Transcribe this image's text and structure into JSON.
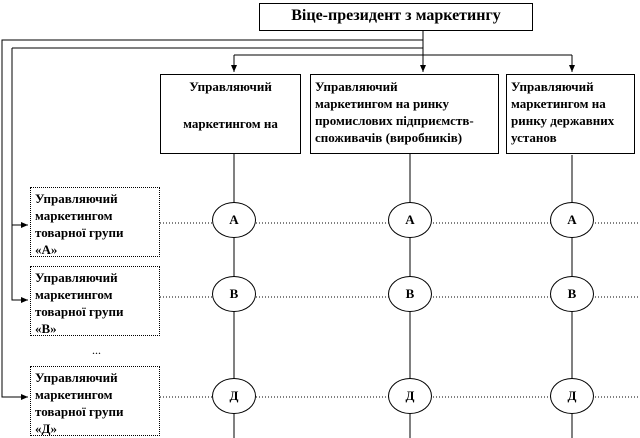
{
  "vp": "Віце-президент з маркетингу",
  "top_managers": [
    [
      "Управляючий",
      "маркетингом на"
    ],
    [
      "Управляючий",
      "маркетингом на ринку",
      "промислових підприємств-",
      "споживачів (виробників)"
    ],
    [
      "Управляючий",
      "маркетингом на",
      "ринку державних",
      "установ"
    ]
  ],
  "group_managers": [
    [
      "Управляючий",
      "маркетингом",
      "товарної групи",
      "«А»"
    ],
    [
      "Управляючий",
      "маркетингом",
      "товарної групи",
      "«В»"
    ],
    [
      "Управляючий",
      "маркетингом",
      "товарної групи",
      "«Д»"
    ]
  ],
  "ellipsis": "...",
  "node_labels": [
    "А",
    "В",
    "Д"
  ]
}
